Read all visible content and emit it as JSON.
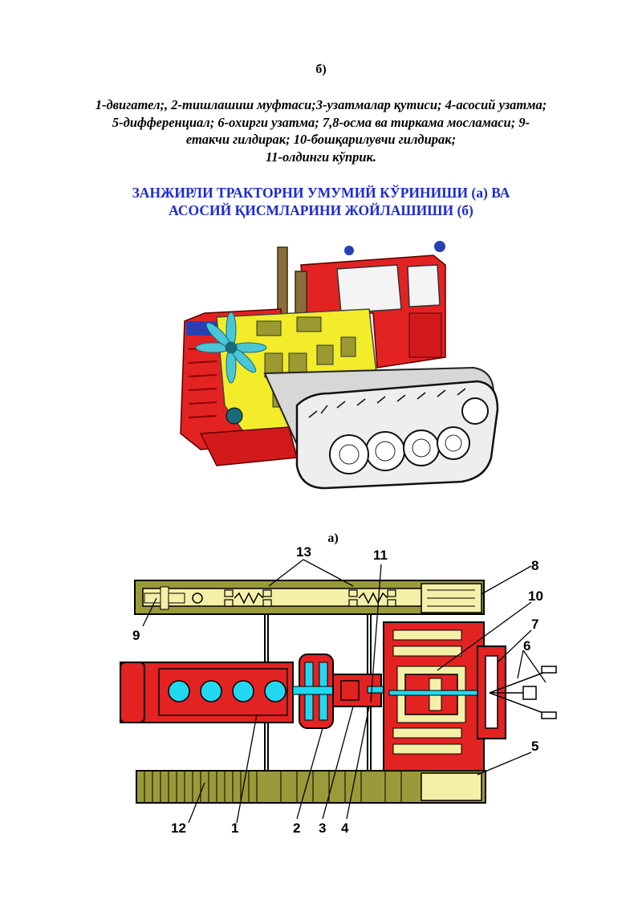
{
  "figure_b_label": "б)",
  "caption_lines": [
    "1-двигател;, 2-тишлашиш муфтаси;3-узатмалар қутиси; 4-асосий узатма;",
    "5-дифференциал; 6-охирги узатма; 7,8-осма ва тиркама мосламаси; 9-",
    "етакчи гилдирак; 10-бошқарилувчи гилдирак;",
    "11-олдинги кўприк."
  ],
  "heading_lines": [
    "ЗАНЖИРЛИ ТРАКТОРНИ УМУМИЙ КЎРИНИШИ (а) ВА",
    "АСОСИЙ ҚИСМЛАРИНИ ЖОЙЛАШИШИ (б)"
  ],
  "figure_a_label": "а)",
  "callouts": {
    "n1": "1",
    "n2": "2",
    "n3": "3",
    "n4": "4",
    "n5": "5",
    "n6": "6",
    "n7": "7",
    "n8": "8",
    "n9": "9",
    "n10": "10",
    "n11": "11",
    "n12": "12",
    "n13": "13"
  },
  "colors": {
    "heading": "#1c2bd0",
    "tractor_body": "#e32222",
    "engine": "#f2ec2a",
    "fan": "#49c6d8",
    "frame": "#9a9a3a",
    "engine_cylinders": "#22d8f0"
  }
}
